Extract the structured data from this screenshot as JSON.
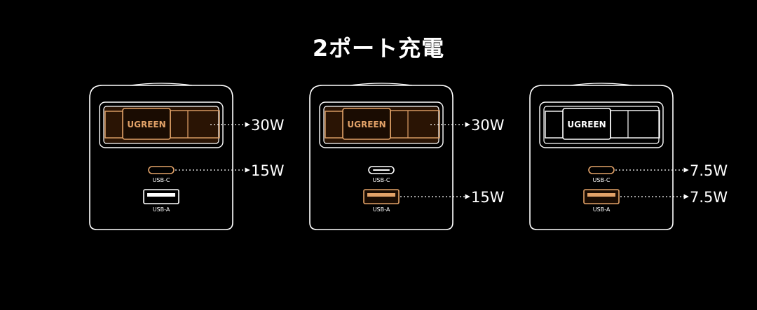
{
  "title": "2ポート充電",
  "brand": "UGREEN",
  "ports": {
    "usb_c": "USB-C",
    "usb_a": "USB-A"
  },
  "colors": {
    "active": "#e2a268",
    "inactive": "#ffffff",
    "background": "#000000",
    "warm_glow": "#2a1404"
  },
  "chargers": [
    {
      "id": "left",
      "cable_active": true,
      "cable_watt": "30W",
      "usbc_active": true,
      "usbc_watt": "15W",
      "usba_active": false,
      "usba_watt": ""
    },
    {
      "id": "middle",
      "cable_active": true,
      "cable_watt": "30W",
      "usbc_active": false,
      "usbc_watt": "",
      "usba_active": true,
      "usba_watt": "15W"
    },
    {
      "id": "right",
      "cable_active": false,
      "cable_watt": "",
      "usbc_active": true,
      "usbc_watt": "7.5W",
      "usba_active": true,
      "usba_watt": "7.5W"
    }
  ]
}
